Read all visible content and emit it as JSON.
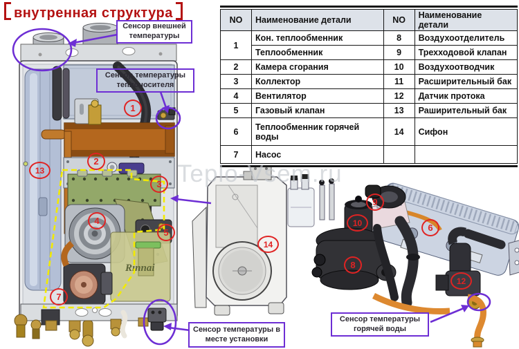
{
  "title": {
    "text": "внутренная структура"
  },
  "watermark": "Teplo-Vsem.ru",
  "diagram": {
    "brand": "Rinnai"
  },
  "table": {
    "headers": [
      "NO",
      "Наименование детали",
      "NO",
      "Наименование детали"
    ],
    "rows": [
      {
        "no_l": "1",
        "name_l": "Кон. теплообменник",
        "no_r": "8",
        "name_r": "Воздухоотделитель"
      },
      {
        "name_l": "Теплообменник",
        "no_r": "9",
        "name_r": "Трехходовой клапан"
      },
      {
        "no_l": "2",
        "name_l": "Камера сгорания",
        "no_r": "10",
        "name_r": "Воздухоотводчик"
      },
      {
        "no_l": "3",
        "name_l": "Коллектор",
        "no_r": "11",
        "name_r": "Расширительный бак"
      },
      {
        "no_l": "4",
        "name_l": "Вентилятор",
        "no_r": "12",
        "name_r": "Датчик протока"
      },
      {
        "no_l": "5",
        "name_l": "Газовый клапан",
        "no_r": "13",
        "name_r": "Раширительный бак"
      },
      {
        "no_l": "6",
        "name_l": "Теплообменник горячей воды",
        "no_r": "14",
        "name_r": "Сифон"
      },
      {
        "no_l": "7",
        "name_l": "Насос",
        "no_r": "",
        "name_r": ""
      }
    ]
  },
  "callouts": {
    "outdoor_sensor": "Сенсор внешней температуры",
    "coolant_sensor": "Сенсор температуры теплоносителя",
    "install_sensor": "Сенсор температуры в месте установки",
    "hot_water_sensor": "Сенсор температуры горячей воды"
  },
  "part_labels": {
    "p1": "1",
    "p2": "2",
    "p3": "3",
    "p4": "4",
    "p5": "5",
    "p6": "6",
    "p7": "7",
    "p8": "8",
    "p9": "9",
    "p10": "10",
    "p12": "12",
    "p13": "13",
    "p14": "14"
  },
  "colors": {
    "accent_purple": "#6d2ed4",
    "label_red": "#e02323",
    "title_red": "#b41212",
    "dashed_yellow": "#f2ea00"
  }
}
